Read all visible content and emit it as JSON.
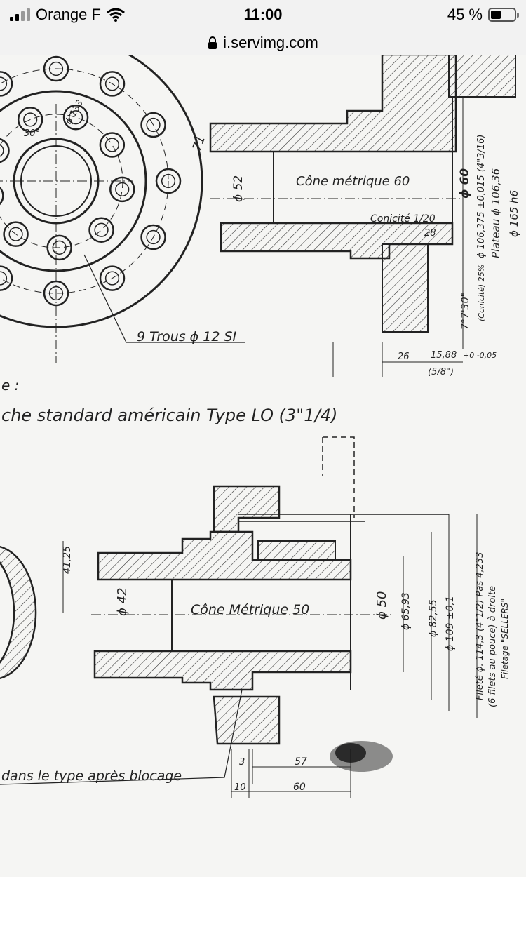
{
  "status_bar": {
    "carrier": "Orange F",
    "time": "11:00",
    "battery_percent_text": "45 %",
    "battery_level": 0.45,
    "icons": [
      "signal-bars-icon",
      "wifi-icon",
      "battery-icon"
    ]
  },
  "address_bar": {
    "domain": "i.servimg.com",
    "lock_icon": "lock-icon"
  },
  "drawing_labels": {
    "cone_60": "Cône métrique 60",
    "diam_52": "ϕ 52",
    "diam_60": "ϕ 60",
    "conicite": "Conicité 1/20",
    "dim_28": "28",
    "holes": "9 Trous ϕ 12 SI",
    "plateau": "Plateau ϕ 106,36",
    "diam_106": "ϕ 106,375 ±0,015 (4\"3/16)",
    "diam_165": "ϕ 165 h6",
    "angle": "7°7'30\"",
    "conicite_pct": "(Conicité) 25%",
    "dim_26": "26",
    "dim_1588": "15,88",
    "dim_58": "(5/8\")",
    "tol": "+0 -0,05",
    "angle_30": "30°",
    "dim_133": "ϕ 133",
    "dim_71": "71",
    "section_heading": "che standard américain Type LO (3\"1/4)",
    "heading_stub": "e :",
    "cone_50": "Cône Métrique 50",
    "diam_42": "ϕ 42",
    "diam_50": "ϕ 50",
    "dim_4125": "41,25",
    "diam_6593": "ϕ 65,93",
    "diam_8255": "ϕ 82,55",
    "diam_109": "ϕ 109 ±0,1",
    "filete": "Fileté ϕ. 114,3 (4\"1/2) Pas 4,233",
    "filets": "(6 filets au pouce) à droite",
    "filetage": "Filetage \"SELLERS\"",
    "dim_3": "3",
    "dim_57": "57",
    "dim_10": "10",
    "dim_60": "60",
    "bottom_note": "dans le type après blocage"
  }
}
